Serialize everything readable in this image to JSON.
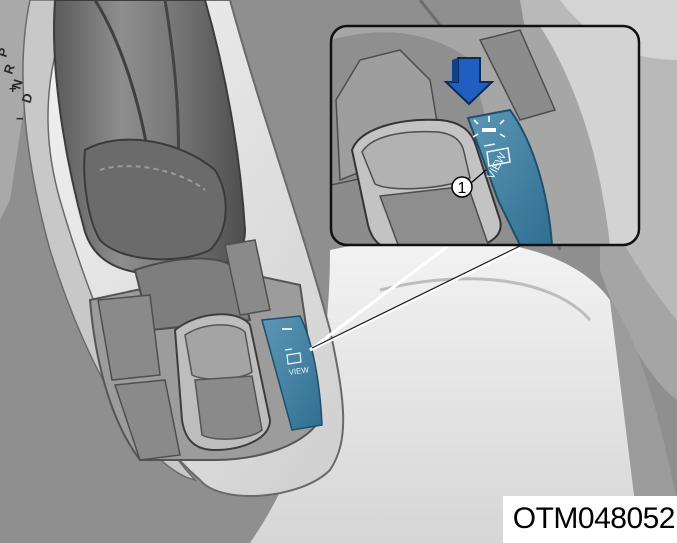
{
  "gear_indicator": {
    "letters": [
      "P",
      "R",
      "N",
      "D"
    ],
    "manual_plus": "+",
    "manual_minus": "−"
  },
  "view_button": {
    "label": "VIEW",
    "icon": "camera-view-icon",
    "color": "#4a86a6"
  },
  "callout": {
    "number": "1",
    "arrow_icon": "press-down-arrow-icon",
    "arrow_color": "#1f5fbf"
  },
  "figure_code": "OTM048052"
}
